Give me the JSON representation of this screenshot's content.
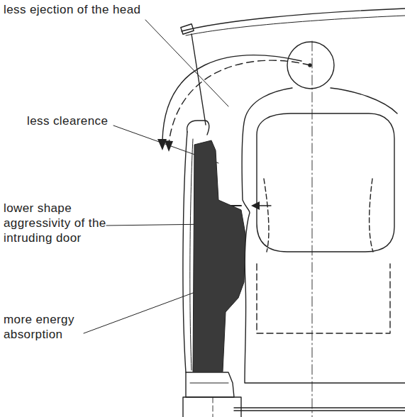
{
  "diagram": {
    "labels": [
      "less ejection of the head",
      "less clearence",
      "lower shape aggressivity of the intruding door",
      "more energy absorption"
    ]
  }
}
